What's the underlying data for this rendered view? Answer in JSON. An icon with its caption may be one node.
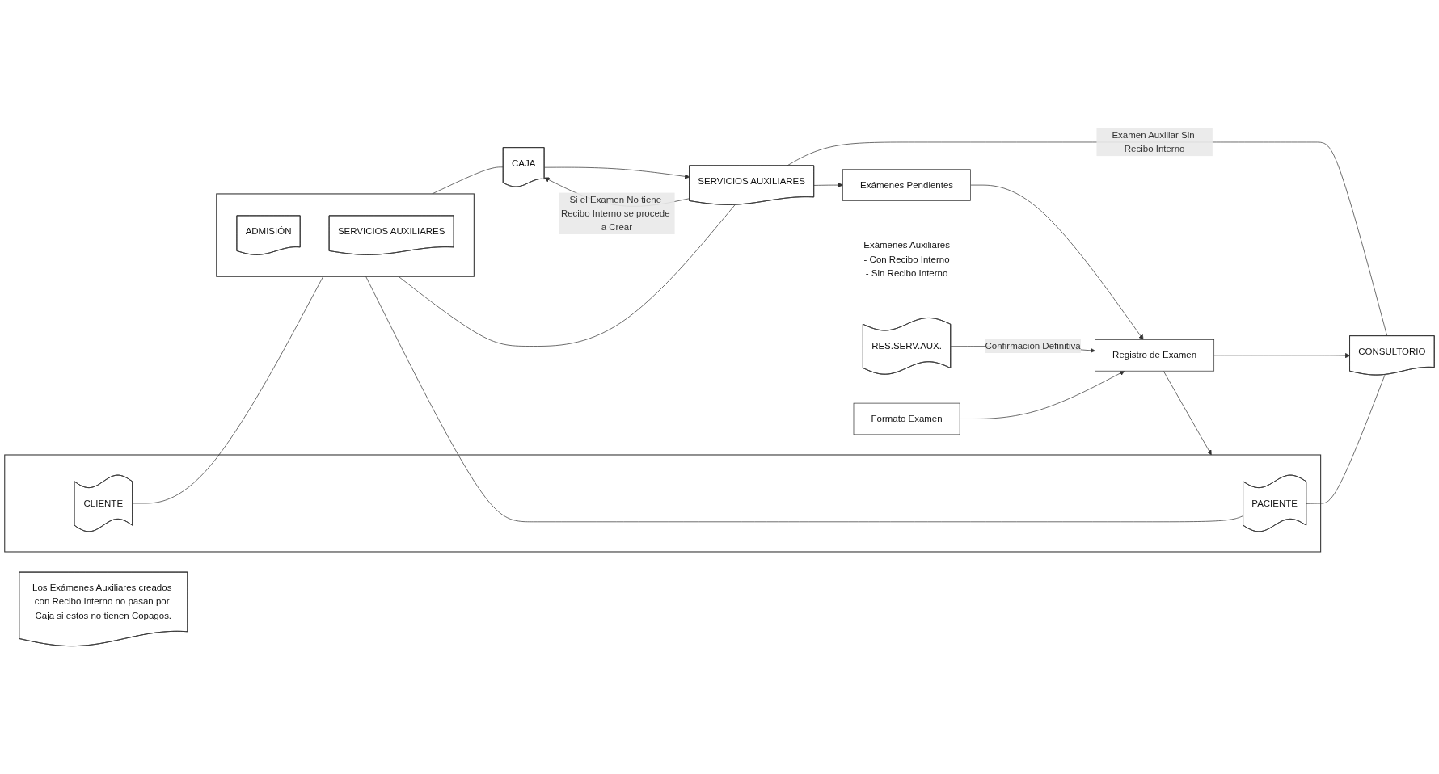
{
  "diagram": {
    "nodes": [
      {
        "text": [],
        "shape": "box"
      },
      {
        "text": [
          "PACIENTE"
        ],
        "in": 0
      },
      {
        "text": [
          "CLIENTE"
        ],
        "in": 0
      },
      {
        "text": [],
        "shape": "box"
      },
      {
        "text": [
          "ADMISIÓN"
        ],
        "in": 3
      },
      {
        "text": [
          "SERVICIOS AUXILIARES"
        ],
        "in": 3
      },
      {
        "text": [
          "CONSULTORIO"
        ]
      },
      {
        "text": [
          "CAJA"
        ]
      },
      {
        "text": [
          "SERVICIOS AUXILIARES"
        ],
        "beside": [
          "Exámenes Auxiliares",
          "- Con Recibo Interno",
          "- Sin Recibo Interno"
        ]
      },
      {
        "text": [
          "Exámenes Pendientes"
        ]
      },
      {
        "text": [
          "Registro de Examen"
        ]
      },
      {
        "text": [
          "RES.SERV.AUX."
        ]
      },
      {
        "text": [
          "Formato Examen"
        ]
      },
      {
        "text": [
          "Los Exámenes Auxiliares creados con Recibo Interno no pasan por Caja si estos no tienen Copagos."
        ]
      }
    ],
    "edges": [
      {
        "from": 1,
        "to": 3,
        "arrow": "none"
      },
      {
        "from": 2,
        "to": 3,
        "arrow": "none"
      },
      {
        "from": 1,
        "to": 6,
        "arrow": "none"
      },
      {
        "from": 3,
        "to": 7,
        "arrow": "none"
      },
      {
        "from": 3,
        "to": 8,
        "arrow": "none"
      },
      {
        "from": 7,
        "to": 8,
        "arrow": "to"
      },
      {
        "from": 8,
        "to": 7,
        "arrow": "to",
        "label": "Si el Examen No tiene Recibo Interno se procede a Crear"
      },
      {
        "from": 8,
        "to": 6,
        "arrow": "none",
        "label": "Examen Auxiliar Sin Recibo Interno"
      },
      {
        "from": 8,
        "to": 9,
        "arrow": "to"
      },
      {
        "from": 9,
        "to": 10,
        "arrow": "to"
      },
      {
        "from": 10,
        "to": 6,
        "arrow": "to"
      },
      {
        "from": 10,
        "to": 0,
        "arrow": "to"
      },
      {
        "from": 11,
        "to": 10,
        "arrow": "to",
        "label": "Confirmación Definitiva"
      },
      {
        "from": 12,
        "to": 10,
        "arrow": "to"
      }
    ]
  }
}
